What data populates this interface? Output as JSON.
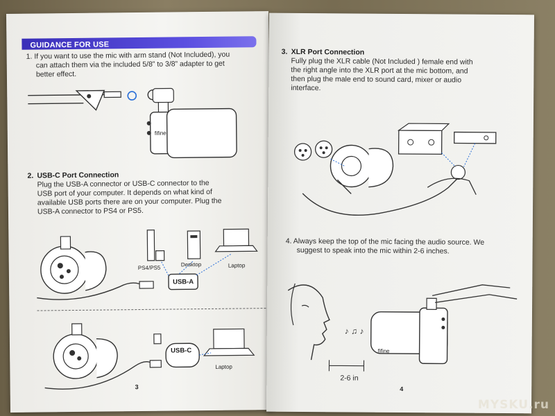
{
  "left_page": {
    "section_title": "GUIDANCE FOR USE",
    "step1": {
      "line1": "1. If you want to use the mic with arm stand (Not Included), you",
      "line2": "can attach them via the included 5/8” to 3/8” adapter to get",
      "line3": "better effect."
    },
    "mic_brand": "fifine",
    "step2": {
      "heading_num": "2.",
      "heading": "USB-C Port Connection",
      "line1": "Plug the USB-A connector or USB-C connector to the",
      "line2": "USB port of your computer. It depends on what kind of",
      "line3": "available USB ports there are on your computer. Plug the",
      "line4": "USB-A connector to PS4 or PS5."
    },
    "labels": {
      "ps": "PS4/PS5",
      "desktop": "Desktop",
      "laptop1": "Laptop",
      "usb_a": "USB-A",
      "usb_c": "USB-C",
      "laptop2": "Laptop"
    },
    "page_number": "3"
  },
  "right_page": {
    "step3": {
      "heading_num": "3.",
      "heading": "XLR Port Connection",
      "line1": "Fully plug the XLR cable (Not Included ) female end with",
      "line2": "the right angle into the XLR port at the mic bottom, and",
      "line3": "then plug the male end to sound card, mixer or audio",
      "line4": "interface."
    },
    "step4": {
      "line1": "4. Always keep the top of the mic facing the audio source. We",
      "line2": "suggest to speak into the mic within 2-6 inches."
    },
    "mic_brand": "fifine",
    "distance_label": "2-6 in",
    "page_number": "4"
  },
  "watermark": "MYSKU.ru",
  "colors": {
    "banner": "#4a3fd0",
    "paper": "#f4f4f1",
    "ink": "#2b2b2b"
  }
}
